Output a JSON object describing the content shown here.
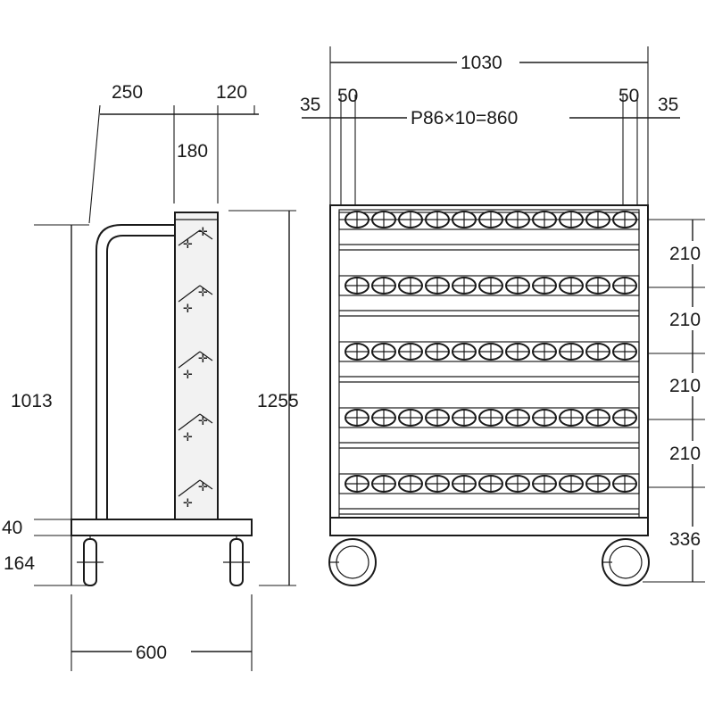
{
  "side_view": {
    "dims": {
      "top_depth": "250",
      "top_right": "120",
      "panel_width": "180",
      "handle_height": "1013",
      "total_height": "1255",
      "base_thickness": "40",
      "wheel_height": "164",
      "base_width": "600"
    }
  },
  "front_view": {
    "dims": {
      "overall_width": "1030",
      "left_margin": "35",
      "left_inner": "50",
      "pitch": "P86×10=860",
      "right_inner": "50",
      "right_margin": "35",
      "row_spacing": [
        "210",
        "210",
        "210",
        "210"
      ],
      "bottom_height": "336"
    },
    "rows": 5,
    "holders_per_row": 11
  }
}
